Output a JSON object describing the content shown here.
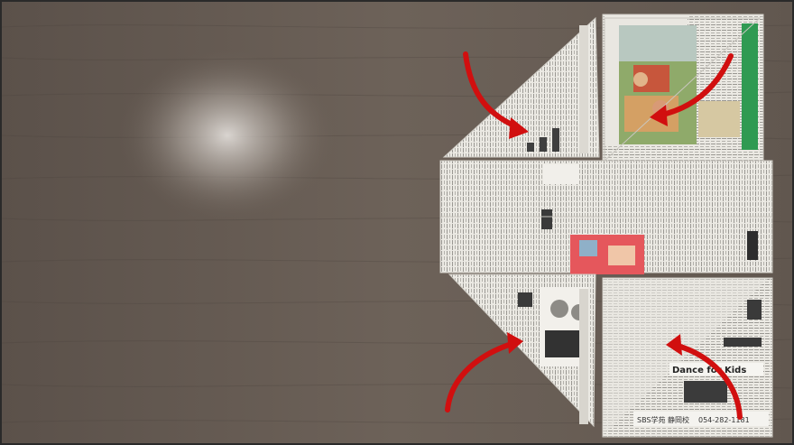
{
  "photo": {
    "subject": "newspaper folding step",
    "colors": {
      "table": "#6b5f56",
      "table_dark": "#4f463f",
      "paper": "#eceae4",
      "paper_shade": "#d9d6cf",
      "ink": "#4a4a4a",
      "arrow": "#d10f0f",
      "accent_green": "#2f9a52"
    },
    "visible_text": {
      "ad_headline": "Dance for Kids",
      "footer_line": "SBS学苑 静岡校",
      "footer_phone": "054-282-1181"
    },
    "icons": [
      "curved-arrow-top-left",
      "curved-arrow-top-right",
      "curved-arrow-bottom-left",
      "curved-arrow-bottom-right"
    ]
  }
}
